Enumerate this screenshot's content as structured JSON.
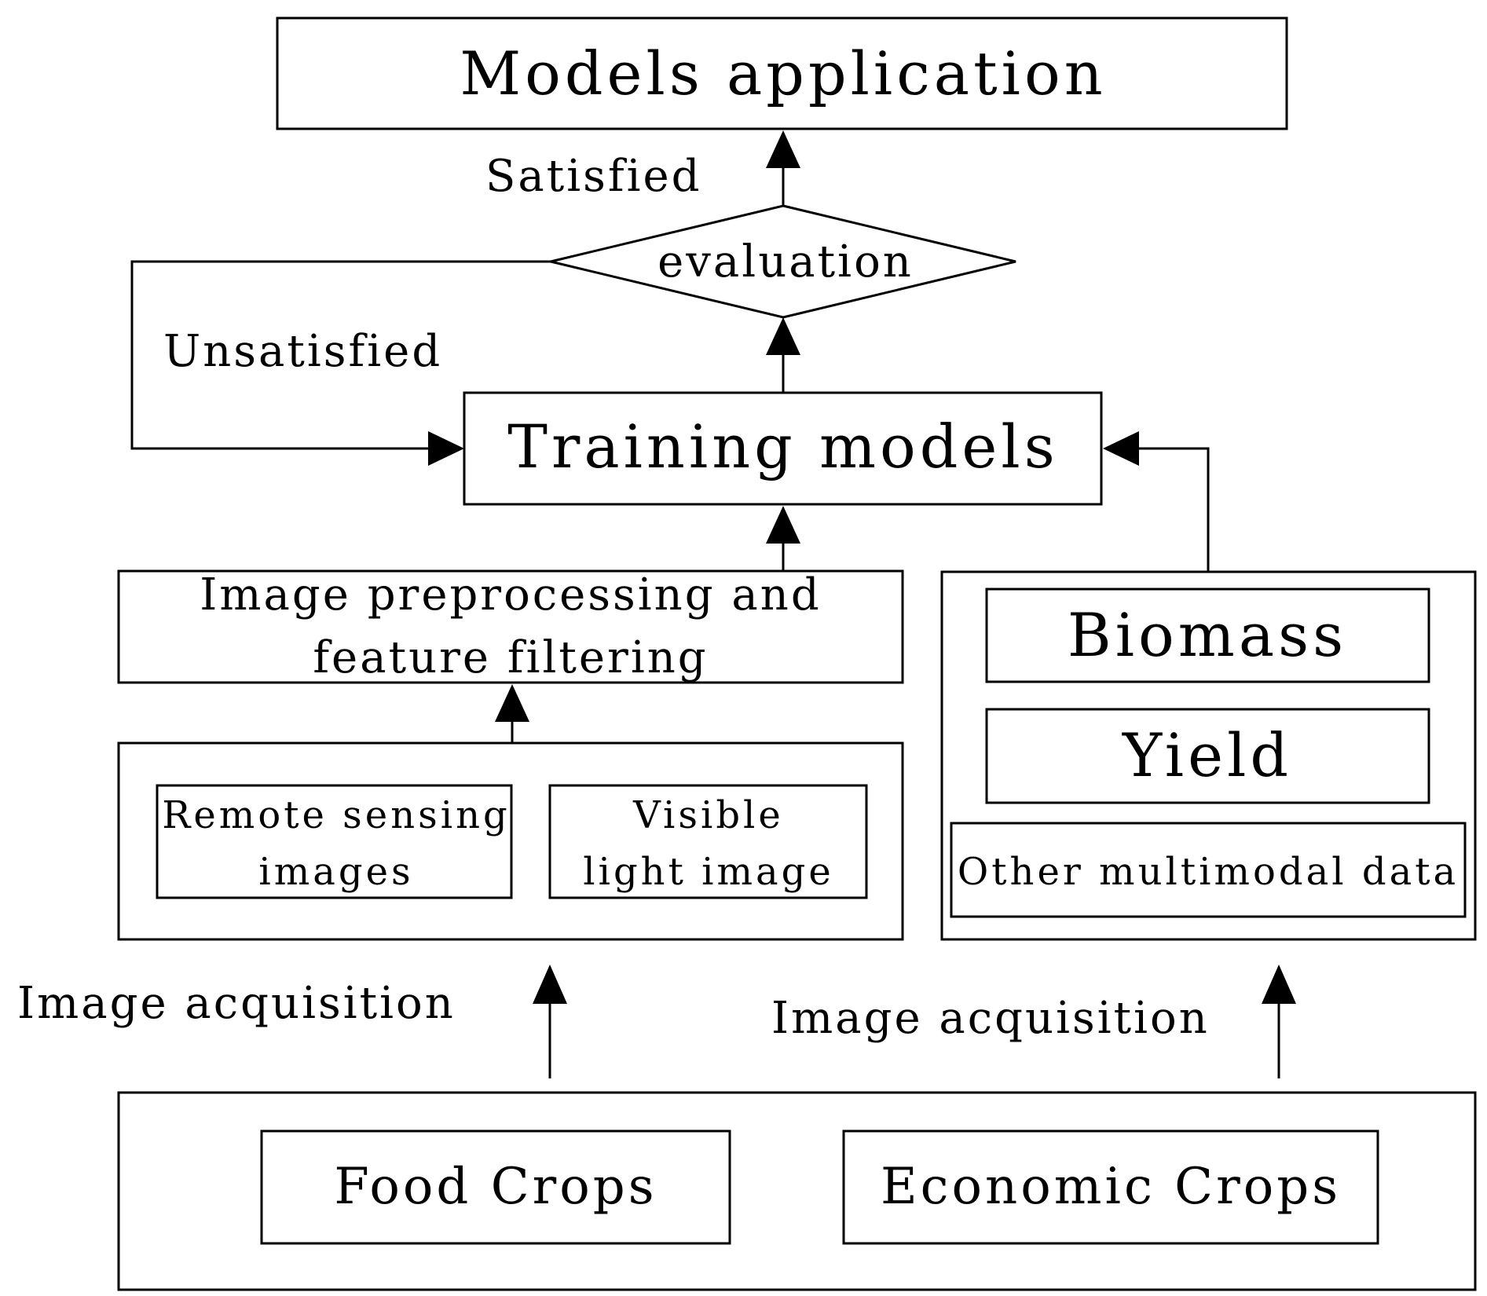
{
  "nodes": {
    "models_application": "Models application",
    "evaluation": "evaluation",
    "training_models": "Training models",
    "preprocessing_line1": "Image preprocessing and",
    "preprocessing_line2": "feature filtering",
    "remote_sensing_line1": "Remote sensing",
    "remote_sensing_line2": "images",
    "visible_light_line1": "Visible",
    "visible_light_line2": "light image",
    "biomass": "Biomass",
    "yield": "Yield",
    "other_multimodal": "Other multimodal data",
    "food_crops": "Food Crops",
    "economic_crops": "Economic Crops"
  },
  "edge_labels": {
    "satisfied": "Satisfied",
    "unsatisfied": "Unsatisfied",
    "image_acquisition_left": "Image acquisition",
    "image_acquisition_right": "Image acquisition"
  }
}
